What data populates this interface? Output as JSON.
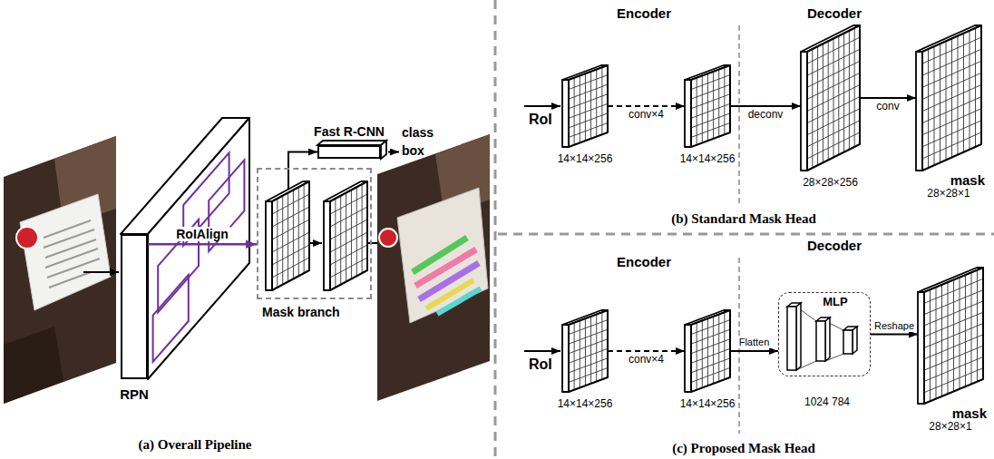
{
  "diagram": {
    "nodes": [
      {
        "text": [
          "RPN"
        ]
      },
      {
        "text": [
          "Mask branch"
        ]
      },
      {
        "text": [
          "Fast R-CNN"
        ]
      },
      {
        "text": [
          "14×14×256"
        ]
      },
      {
        "text": [
          "14×14×256"
        ]
      },
      {
        "text": [
          "28×28×256"
        ]
      },
      {
        "text": [
          "mask",
          "28×28×1"
        ]
      },
      {
        "text": [
          "14×14×256"
        ]
      },
      {
        "text": [
          "14×14×256"
        ]
      },
      {
        "text": [
          "MLP"
        ]
      },
      {
        "text": [
          "mask",
          "28×28×1"
        ]
      }
    ],
    "edges": [
      {
        "from": 0,
        "to": 1,
        "arrow": "to",
        "label": "RoIAlign"
      },
      {
        "from": 1,
        "to": 2,
        "arrow": "to"
      },
      {
        "from": 3,
        "to": 4,
        "arrow": "to",
        "label": "conv×4"
      },
      {
        "from": 4,
        "to": 5,
        "arrow": "to",
        "label": "deconv"
      },
      {
        "from": 5,
        "to": 6,
        "arrow": "to",
        "label": "conv"
      },
      {
        "from": 7,
        "to": 8,
        "arrow": "to",
        "label": "conv×4"
      },
      {
        "from": 8,
        "to": 9,
        "arrow": "to",
        "label": "Flatten"
      },
      {
        "from": 9,
        "to": 10,
        "arrow": "to",
        "label": "Reshape"
      }
    ],
    "labels": [
      "class",
      "box",
      "(a) Overall Pipeline",
      "Encoder",
      "Decoder",
      "RoI",
      "(b) Standard Mask Head",
      "Encoder",
      "Decoder",
      "RoI",
      "1024 784",
      "(c) Proposed Mask Head"
    ]
  }
}
